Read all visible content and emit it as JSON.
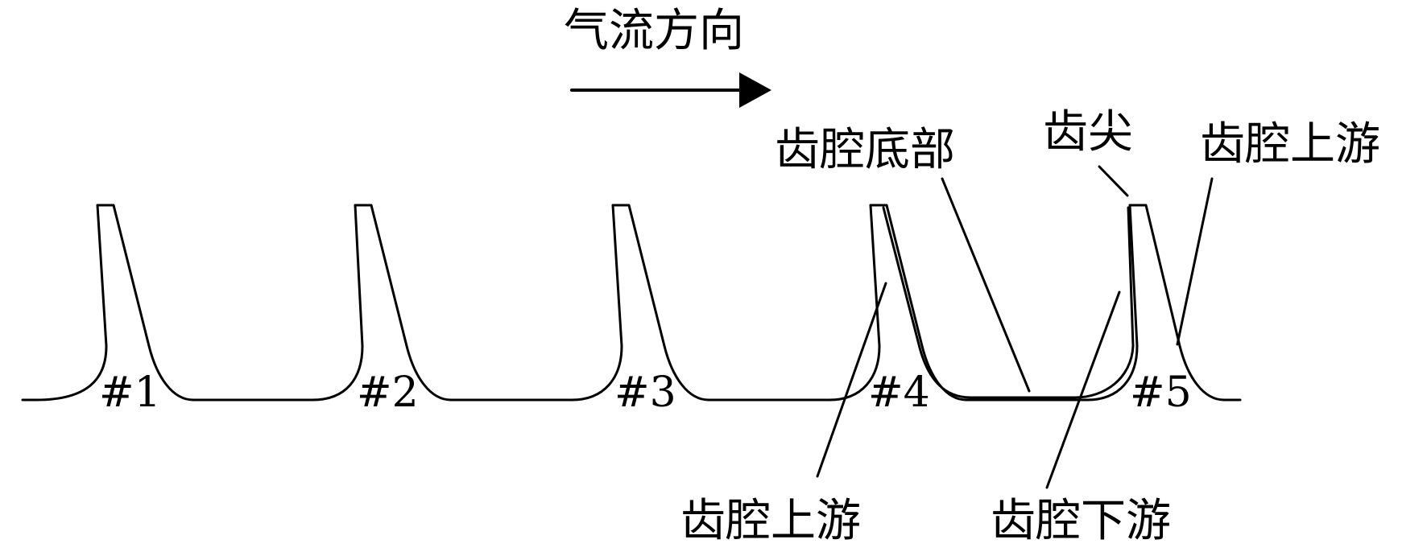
{
  "flow": {
    "title": "气流方向"
  },
  "labels": {
    "cavity_bottom": "齿腔底部",
    "tooth_tip": "齿尖",
    "cavity_upstream_right": "齿腔上游",
    "cavity_upstream_bottom": "齿腔上游",
    "cavity_downstream": "齿腔下游"
  },
  "teeth": [
    {
      "label": "#1"
    },
    {
      "label": "#2"
    },
    {
      "label": "#3"
    },
    {
      "label": "#4"
    },
    {
      "label": "#5"
    }
  ]
}
